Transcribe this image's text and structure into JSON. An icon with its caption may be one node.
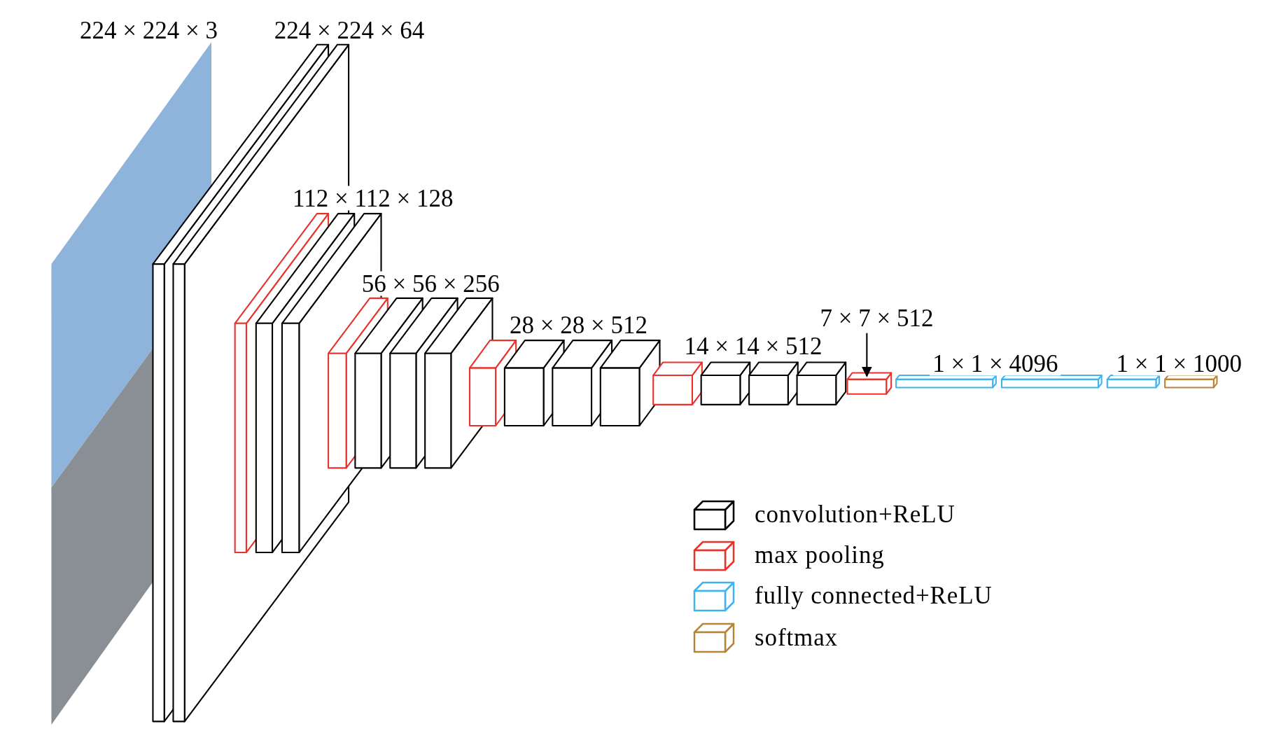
{
  "diagram": {
    "nodes": [
      {
        "text": [
          "7 × 7 × 512"
        ]
      },
      {
        "text": [],
        "shape": "box"
      }
    ],
    "edges": [
      {
        "from": 0,
        "to": 1,
        "arrow": "to"
      }
    ],
    "labels": [
      "224 × 224 × 3",
      "224 × 224 × 64",
      "112 × 112 × 128",
      "56 × 56 × 256",
      "28 × 28 × 512",
      "14 × 14 × 512",
      "1 × 1 × 4096",
      "1 × 1 × 1000"
    ],
    "legend": [
      {
        "text": "convolution+ReLU",
        "color": "#000000"
      },
      {
        "text": "max pooling",
        "color": "#e8322a"
      },
      {
        "text": "fully connected+ReLU",
        "color": "#3fb3f0"
      },
      {
        "text": "softmax",
        "color": "#b8843a"
      }
    ]
  }
}
